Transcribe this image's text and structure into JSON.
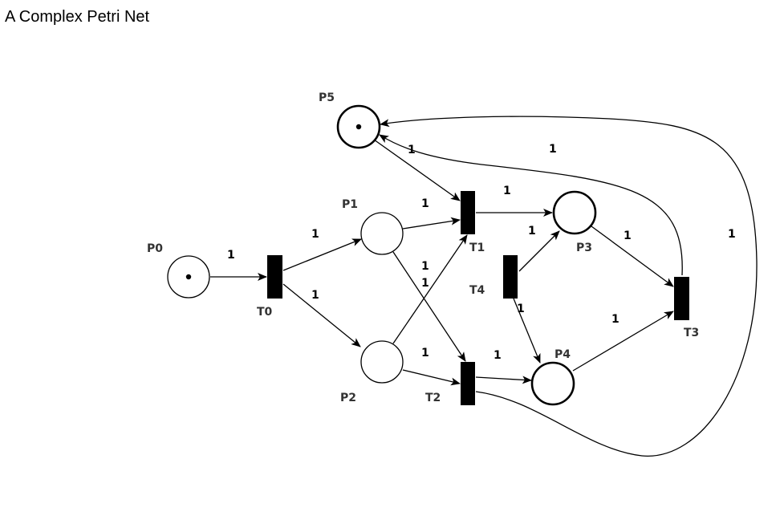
{
  "title": "A Complex Petri Net",
  "colors": {
    "stroke": "#000000",
    "transition_fill": "#000000",
    "place_fill": "#ffffff",
    "label": "#333333"
  },
  "places": [
    {
      "id": "p0",
      "label": "P0",
      "tokens": 1
    },
    {
      "id": "p1",
      "label": "P1",
      "tokens": 0
    },
    {
      "id": "p2",
      "label": "P2",
      "tokens": 0
    },
    {
      "id": "p3",
      "label": "P3",
      "tokens": 0
    },
    {
      "id": "p4",
      "label": "P4",
      "tokens": 0
    },
    {
      "id": "p5",
      "label": "P5",
      "tokens": 1
    }
  ],
  "transitions": [
    {
      "id": "t0",
      "label": "T0"
    },
    {
      "id": "t1",
      "label": "T1"
    },
    {
      "id": "t2",
      "label": "T2"
    },
    {
      "id": "t3",
      "label": "T3"
    },
    {
      "id": "t4",
      "label": "T4"
    }
  ],
  "arcs": [
    {
      "id": "p0-t0",
      "from": "P0",
      "to": "T0",
      "weight": "1"
    },
    {
      "id": "t0-p1",
      "from": "T0",
      "to": "P1",
      "weight": "1"
    },
    {
      "id": "t0-p2",
      "from": "T0",
      "to": "P2",
      "weight": "1"
    },
    {
      "id": "p1-t1",
      "from": "P1",
      "to": "T1",
      "weight": "1"
    },
    {
      "id": "p2-t1",
      "from": "P2",
      "to": "T1",
      "weight": "1"
    },
    {
      "id": "p1-t2",
      "from": "P1",
      "to": "T2",
      "weight": "1"
    },
    {
      "id": "p2-t2",
      "from": "P2",
      "to": "T2",
      "weight": "1"
    },
    {
      "id": "p5-t1",
      "from": "P5",
      "to": "T1",
      "weight": "1"
    },
    {
      "id": "t1-p3",
      "from": "T1",
      "to": "P3",
      "weight": "1"
    },
    {
      "id": "t2-p4",
      "from": "T2",
      "to": "P4",
      "weight": "1"
    },
    {
      "id": "t4-p3",
      "from": "T4",
      "to": "P3",
      "weight": "1"
    },
    {
      "id": "t4-p4",
      "from": "T4",
      "to": "P4",
      "weight": "1"
    },
    {
      "id": "p3-t3",
      "from": "P3",
      "to": "T3",
      "weight": "1"
    },
    {
      "id": "p4-t3",
      "from": "P4",
      "to": "T3",
      "weight": "1"
    },
    {
      "id": "t3-p5",
      "from": "T3",
      "to": "P5",
      "weight": "1"
    },
    {
      "id": "t2-p5",
      "from": "T2",
      "to": "P5",
      "weight": "1"
    }
  ]
}
